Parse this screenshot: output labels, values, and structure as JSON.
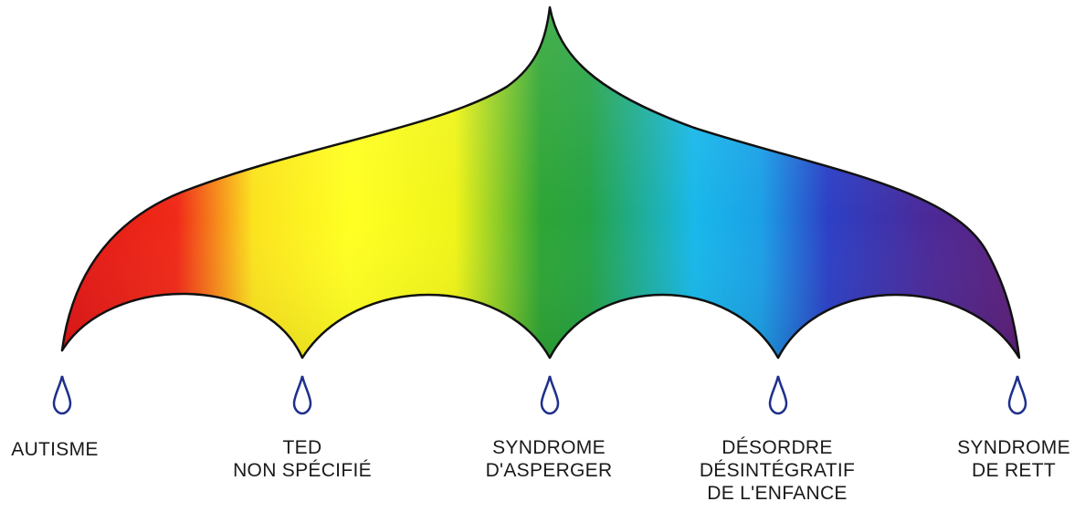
{
  "colors": {
    "outline": "#111111",
    "drop": "#1e2f8c",
    "spectrum": [
      "#e8141c",
      "#fbe524",
      "#ffff1a",
      "#1f9a36",
      "#12b2e8",
      "#3640b8",
      "#5b227c"
    ]
  },
  "drop_icon": "raindrop-icon",
  "categories": [
    {
      "lines": [
        "AUTISME"
      ]
    },
    {
      "lines": [
        "TED",
        "NON SPÉCIFIÉ"
      ]
    },
    {
      "lines": [
        "SYNDROME",
        "D'ASPERGER"
      ]
    },
    {
      "lines": [
        "DÉSORDRE",
        "DÉSINTÉGRATIF",
        "DE L'ENFANCE"
      ]
    },
    {
      "lines": [
        "SYNDROME",
        "DE  RETT"
      ]
    }
  ]
}
